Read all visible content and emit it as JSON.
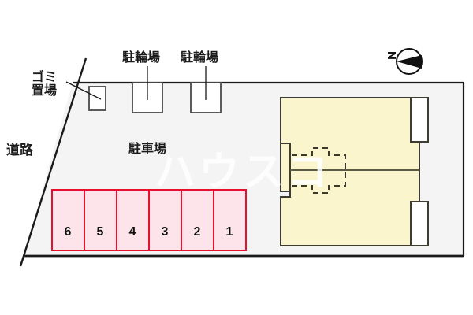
{
  "plan": {
    "title": "apartment-site-plan",
    "colors": {
      "site_fill": "#f4f4f4",
      "site_stroke": "#111111",
      "building_fill": "#faf5cd",
      "building_stroke": "#3d3d33",
      "stall_fill": "#fde3ea",
      "stall_stroke": "#e8112d",
      "entry_fill": "#ffffff",
      "line": "#1a1a1a",
      "text": "#1a1a1a",
      "background": "#ffffff"
    },
    "labels": {
      "road": "道路",
      "garbage": "ゴミ\n置場",
      "garbage_line1": "ゴミ",
      "garbage_line2": "置場",
      "bicycle_1": "駐輪場",
      "bicycle_2": "駐輪場",
      "parking_lot": "駐車場"
    },
    "compass": {
      "letter": "N",
      "name": "north-arrow"
    },
    "watermark": {
      "text": "ハウスコ"
    },
    "parking_stalls": [
      {
        "number": "6"
      },
      {
        "number": "5"
      },
      {
        "number": "4"
      },
      {
        "number": "3"
      },
      {
        "number": "2"
      },
      {
        "number": "1"
      }
    ],
    "bicycle_boxes": [
      {
        "name": "bicycle-parking-box-1"
      },
      {
        "name": "bicycle-parking-box-2"
      }
    ],
    "garbage_box": {
      "name": "garbage-area-box"
    },
    "building": {
      "name": "apartment-building",
      "entrances": [
        {
          "name": "entrance-stair-upper"
        },
        {
          "name": "entrance-stair-lower"
        }
      ]
    }
  }
}
